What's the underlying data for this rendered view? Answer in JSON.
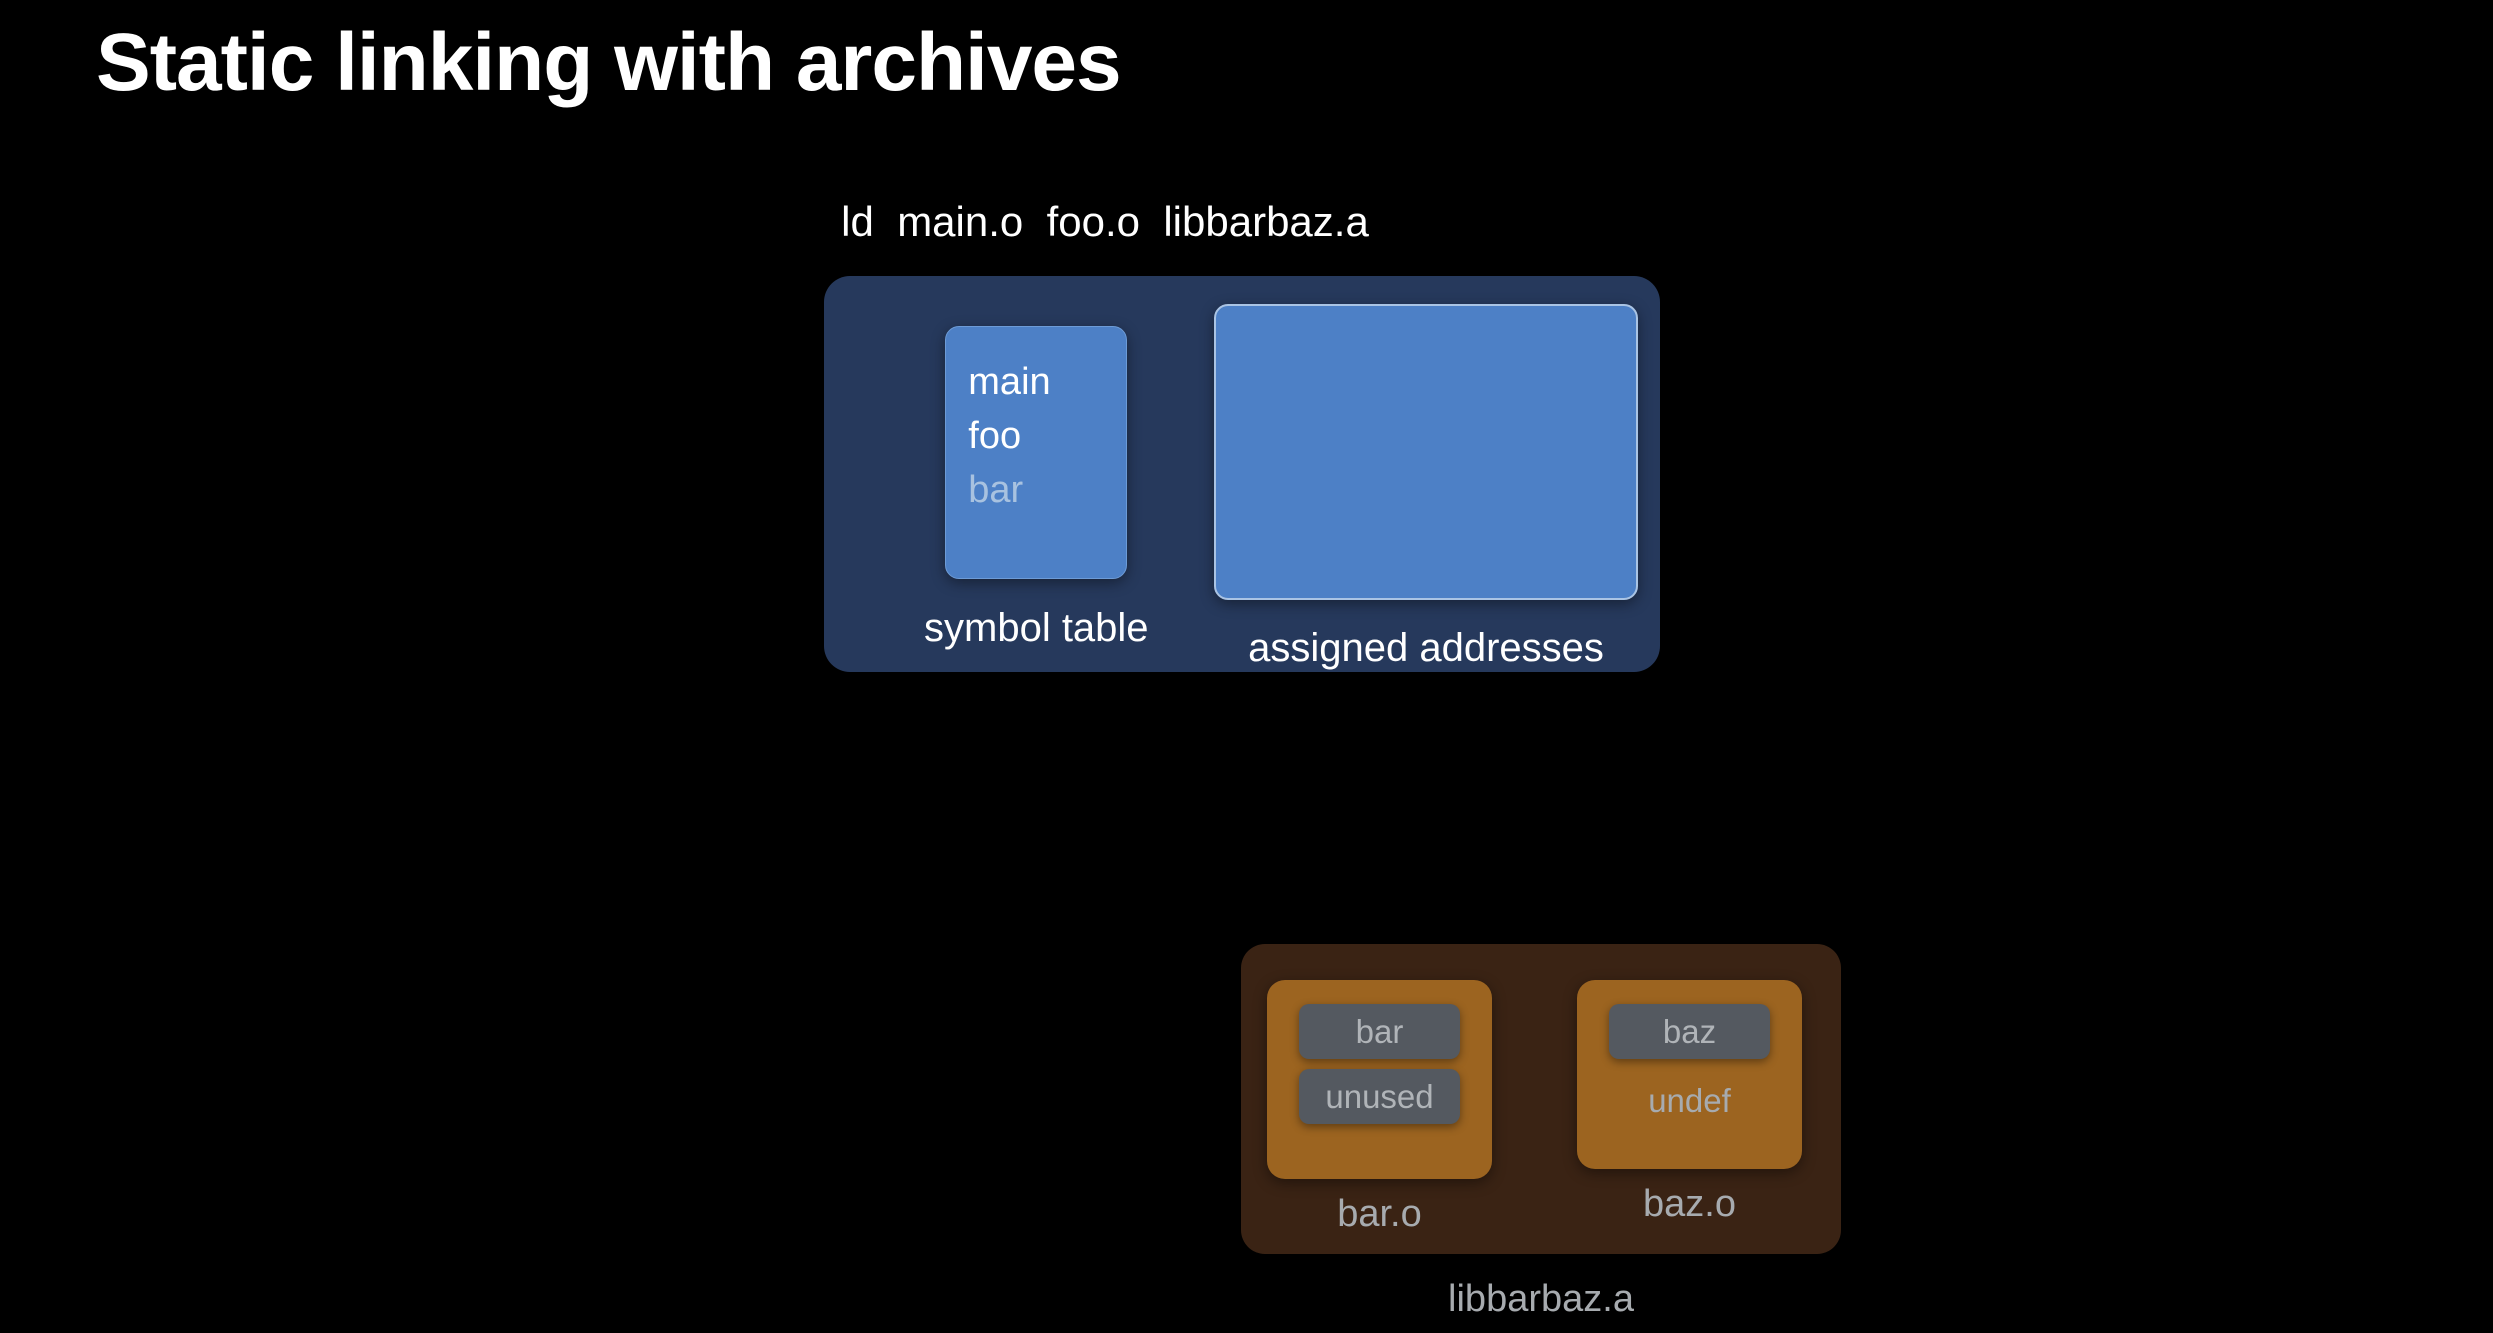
{
  "slide": {
    "title": "Static linking with archives",
    "background_color": "#000000",
    "command": "ld  main.o  foo.o  libbarbaz.a"
  },
  "linker": {
    "panel_color": "#26395c",
    "box_color": "#4d80c6",
    "highlight_border_color": "#aac4e4",
    "symbol_table": {
      "caption": "symbol table",
      "symbols": [
        {
          "name": "main",
          "state": "defined",
          "color": "#ffffff"
        },
        {
          "name": "foo",
          "state": "defined",
          "color": "#ffffff"
        },
        {
          "name": "bar",
          "state": "undefined",
          "color": "#a8c2e0"
        }
      ]
    },
    "assigned_addresses": {
      "caption": "assigned addresses",
      "entries": [],
      "highlighted": true
    }
  },
  "archive": {
    "caption": "libbarbaz.a",
    "panel_color": "#3a2314",
    "object_color": "#9c6420",
    "chip_color": "#545960",
    "chip_text_color": "#b0b4b8",
    "objects": [
      {
        "caption": "bar.o",
        "symbols": [
          {
            "name": "bar",
            "style": "chip"
          },
          {
            "name": "unused",
            "style": "chip"
          }
        ]
      },
      {
        "caption": "baz.o",
        "symbols": [
          {
            "name": "baz",
            "style": "chip"
          },
          {
            "name": "undef",
            "style": "plain"
          }
        ]
      }
    ]
  }
}
